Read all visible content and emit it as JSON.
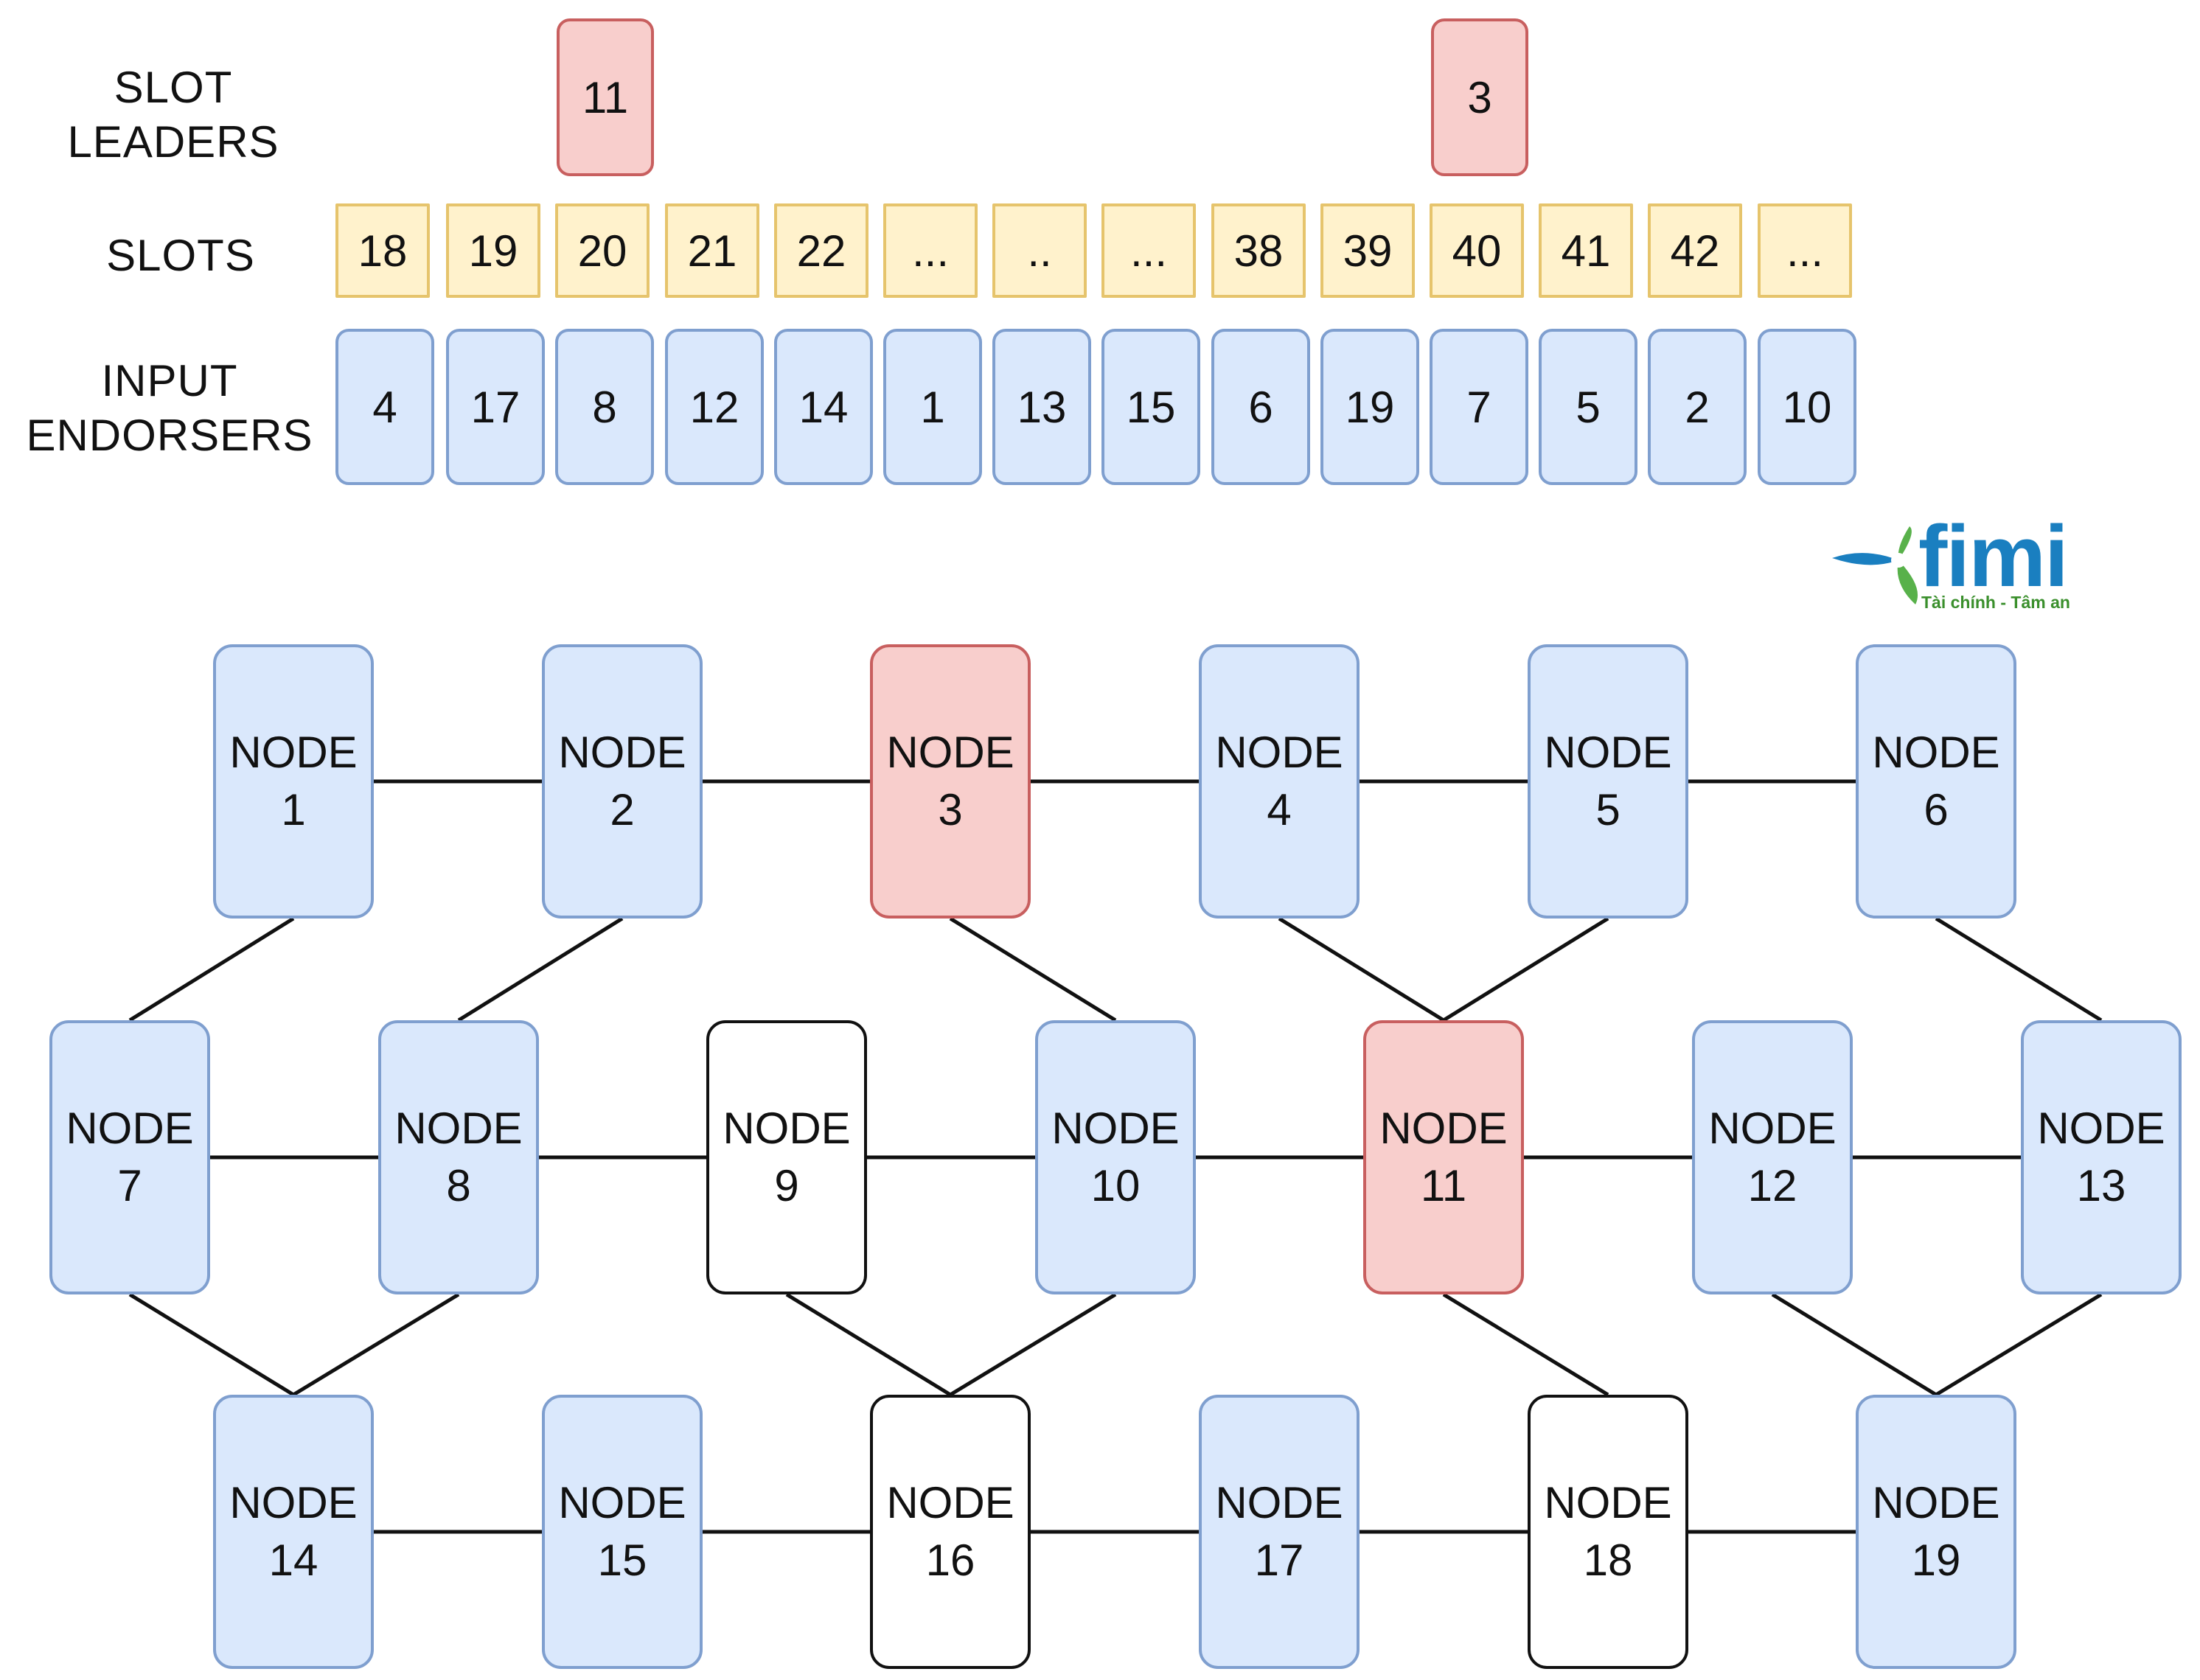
{
  "labels": {
    "slot_leaders": "SLOT\nLEADERS",
    "slots": "SLOTS",
    "input_endorsers": "INPUT\nENDORSERS"
  },
  "slot_leaders": [
    "11",
    "3"
  ],
  "slots": [
    "18",
    "19",
    "20",
    "21",
    "22",
    "...",
    "..",
    "...",
    "38",
    "39",
    "40",
    "41",
    "42",
    "..."
  ],
  "input_endorsers": [
    "4",
    "17",
    "8",
    "12",
    "14",
    "1",
    "13",
    "15",
    "6",
    "19",
    "7",
    "5",
    "2",
    "10"
  ],
  "node_word": "NODE",
  "nodes": [
    {
      "id": "1",
      "style": "blue"
    },
    {
      "id": "2",
      "style": "blue"
    },
    {
      "id": "3",
      "style": "red"
    },
    {
      "id": "4",
      "style": "blue"
    },
    {
      "id": "5",
      "style": "blue"
    },
    {
      "id": "6",
      "style": "blue"
    },
    {
      "id": "7",
      "style": "blue"
    },
    {
      "id": "8",
      "style": "blue"
    },
    {
      "id": "9",
      "style": "white"
    },
    {
      "id": "10",
      "style": "blue"
    },
    {
      "id": "11",
      "style": "red"
    },
    {
      "id": "12",
      "style": "blue"
    },
    {
      "id": "13",
      "style": "blue"
    },
    {
      "id": "14",
      "style": "blue"
    },
    {
      "id": "15",
      "style": "blue"
    },
    {
      "id": "16",
      "style": "white"
    },
    {
      "id": "17",
      "style": "blue"
    },
    {
      "id": "18",
      "style": "white"
    },
    {
      "id": "19",
      "style": "blue"
    }
  ],
  "edges": [
    [
      "1",
      "2"
    ],
    [
      "2",
      "3"
    ],
    [
      "3",
      "4"
    ],
    [
      "4",
      "5"
    ],
    [
      "5",
      "6"
    ],
    [
      "7",
      "8"
    ],
    [
      "8",
      "9"
    ],
    [
      "9",
      "10"
    ],
    [
      "10",
      "11"
    ],
    [
      "11",
      "12"
    ],
    [
      "12",
      "13"
    ],
    [
      "14",
      "15"
    ],
    [
      "15",
      "16"
    ],
    [
      "16",
      "17"
    ],
    [
      "17",
      "18"
    ],
    [
      "18",
      "19"
    ],
    [
      "1",
      "7"
    ],
    [
      "2",
      "8"
    ],
    [
      "3",
      "10"
    ],
    [
      "4",
      "11"
    ],
    [
      "5",
      "11"
    ],
    [
      "6",
      "13"
    ],
    [
      "7",
      "14"
    ],
    [
      "8",
      "14"
    ],
    [
      "9",
      "16"
    ],
    [
      "10",
      "16"
    ],
    [
      "11",
      "18"
    ],
    [
      "12",
      "19"
    ],
    [
      "13",
      "19"
    ]
  ],
  "colors": {
    "blue_fill": "#dae8fc",
    "blue_stroke": "#7f9fcf",
    "red_fill": "#f8cecc",
    "red_stroke": "#c85f5f",
    "slot_fill": "#fff2cc",
    "slot_stroke": "#e6c46c"
  },
  "logo": {
    "brand": "fimi",
    "tagline": "Tài chính - Tâm an"
  }
}
